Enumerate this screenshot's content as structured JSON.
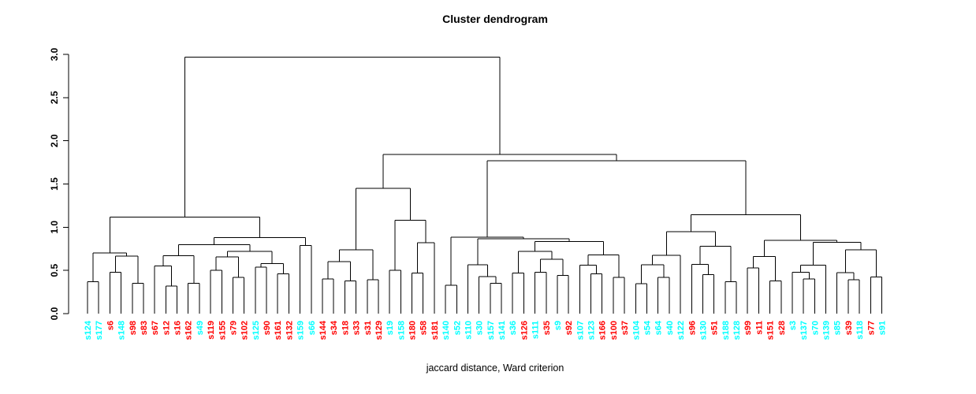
{
  "chart_data": {
    "type": "dendrogram",
    "title": "Cluster dendrogram",
    "xlabel": "jaccard distance, Ward criterion",
    "ylabel": "",
    "ylim": [
      0,
      3
    ],
    "yticks": [
      0.0,
      0.5,
      1.0,
      1.5,
      2.0,
      2.5,
      3.0
    ],
    "grid": false,
    "legend": "none",
    "line_color": "#000000",
    "leaf_color_hex": {
      "red": "#FF0000",
      "cyan": "#00FFFF"
    },
    "leaves": [
      {
        "label": "s124",
        "color": "cyan"
      },
      {
        "label": "s177",
        "color": "cyan"
      },
      {
        "label": "s6",
        "color": "red"
      },
      {
        "label": "s148",
        "color": "cyan"
      },
      {
        "label": "s98",
        "color": "red"
      },
      {
        "label": "s83",
        "color": "red"
      },
      {
        "label": "s67",
        "color": "red"
      },
      {
        "label": "s12",
        "color": "red"
      },
      {
        "label": "s16",
        "color": "red"
      },
      {
        "label": "s162",
        "color": "red"
      },
      {
        "label": "s49",
        "color": "cyan"
      },
      {
        "label": "s119",
        "color": "red"
      },
      {
        "label": "s155",
        "color": "red"
      },
      {
        "label": "s79",
        "color": "red"
      },
      {
        "label": "s102",
        "color": "red"
      },
      {
        "label": "s125",
        "color": "cyan"
      },
      {
        "label": "s90",
        "color": "red"
      },
      {
        "label": "s161",
        "color": "red"
      },
      {
        "label": "s132",
        "color": "red"
      },
      {
        "label": "s159",
        "color": "cyan"
      },
      {
        "label": "s66",
        "color": "cyan"
      },
      {
        "label": "s144",
        "color": "red"
      },
      {
        "label": "s34",
        "color": "red"
      },
      {
        "label": "s18",
        "color": "red"
      },
      {
        "label": "s33",
        "color": "red"
      },
      {
        "label": "s31",
        "color": "red"
      },
      {
        "label": "s129",
        "color": "red"
      },
      {
        "label": "s19",
        "color": "cyan"
      },
      {
        "label": "s158",
        "color": "cyan"
      },
      {
        "label": "s180",
        "color": "red"
      },
      {
        "label": "s58",
        "color": "red"
      },
      {
        "label": "s181",
        "color": "red"
      },
      {
        "label": "s140",
        "color": "cyan"
      },
      {
        "label": "s52",
        "color": "cyan"
      },
      {
        "label": "s110",
        "color": "cyan"
      },
      {
        "label": "s30",
        "color": "cyan"
      },
      {
        "label": "s157",
        "color": "cyan"
      },
      {
        "label": "s141",
        "color": "cyan"
      },
      {
        "label": "s36",
        "color": "cyan"
      },
      {
        "label": "s126",
        "color": "red"
      },
      {
        "label": "s111",
        "color": "cyan"
      },
      {
        "label": "s35",
        "color": "red"
      },
      {
        "label": "s9",
        "color": "cyan"
      },
      {
        "label": "s92",
        "color": "red"
      },
      {
        "label": "s107",
        "color": "cyan"
      },
      {
        "label": "s123",
        "color": "cyan"
      },
      {
        "label": "s166",
        "color": "red"
      },
      {
        "label": "s100",
        "color": "red"
      },
      {
        "label": "s37",
        "color": "red"
      },
      {
        "label": "s104",
        "color": "cyan"
      },
      {
        "label": "s54",
        "color": "cyan"
      },
      {
        "label": "s64",
        "color": "cyan"
      },
      {
        "label": "s40",
        "color": "cyan"
      },
      {
        "label": "s122",
        "color": "cyan"
      },
      {
        "label": "s96",
        "color": "red"
      },
      {
        "label": "s130",
        "color": "cyan"
      },
      {
        "label": "s51",
        "color": "red"
      },
      {
        "label": "s188",
        "color": "cyan"
      },
      {
        "label": "s128",
        "color": "cyan"
      },
      {
        "label": "s99",
        "color": "red"
      },
      {
        "label": "s11",
        "color": "red"
      },
      {
        "label": "s151",
        "color": "red"
      },
      {
        "label": "s28",
        "color": "red"
      },
      {
        "label": "s3",
        "color": "cyan"
      },
      {
        "label": "s137",
        "color": "cyan"
      },
      {
        "label": "s70",
        "color": "cyan"
      },
      {
        "label": "s139",
        "color": "cyan"
      },
      {
        "label": "s85",
        "color": "cyan"
      },
      {
        "label": "s39",
        "color": "red"
      },
      {
        "label": "s118",
        "color": "cyan"
      },
      {
        "label": "s77",
        "color": "red"
      },
      {
        "label": "s91",
        "color": "cyan"
      }
    ],
    "merge_tree": [
      2.97,
      [
        1.115,
        [
          0.7,
          [
            0.37,
            "s124",
            "s177"
          ],
          [
            0.665,
            [
              0.48,
              "s6",
              "s148"
            ],
            [
              0.35,
              "s98",
              "s83"
            ]
          ]
        ],
        [
          0.88,
          [
            0.8,
            [
              0.67,
              [
                0.55,
                "s67",
                [
                  0.32,
                  "s12",
                  "s16"
                ]
              ],
              [
                0.35,
                "s162",
                "s49"
              ]
            ],
            [
              0.72,
              [
                0.655,
                [
                  0.5,
                  "s119",
                  "s155"
                ],
                [
                  0.42,
                  "s79",
                  "s102"
                ]
              ],
              [
                0.58,
                [
                  0.54,
                  "s125",
                  "s90"
                ],
                [
                  0.46,
                  "s161",
                  "s132"
                ]
              ]
            ]
          ],
          [
            0.79,
            "s159",
            "s66"
          ]
        ]
      ],
      [
        1.84,
        [
          1.45,
          [
            0.74,
            [
              0.6,
              [
                0.4,
                "s144",
                "s34"
              ],
              [
                0.38,
                "s18",
                "s33"
              ]
            ],
            [
              0.39,
              "s31",
              "s129"
            ]
          ],
          [
            1.08,
            [
              0.5,
              "s19",
              "s158"
            ],
            [
              0.82,
              [
                0.47,
                "s180",
                "s58"
              ],
              "s181"
            ]
          ]
        ],
        [
          1.77,
          [
            0.885,
            [
              0.33,
              "s140",
              "s52"
            ],
            [
              0.865,
              [
                0.565,
                "s110",
                [
                  0.43,
                  "s30",
                  [
                    0.35,
                    "s157",
                    "s141"
                  ]
                ]
              ],
              [
                0.835,
                [
                  0.72,
                  [
                    0.47,
                    "s36",
                    "s126"
                  ],
                  [
                    0.63,
                    [
                      0.48,
                      "s111",
                      "s35"
                    ],
                    [
                      0.44,
                      "s9",
                      "s92"
                    ]
                  ]
                ],
                [
                  0.68,
                  [
                    0.56,
                    "s107",
                    [
                      0.46,
                      "s123",
                      "s166"
                    ]
                  ],
                  [
                    0.42,
                    "s100",
                    "s37"
                  ]
                ]
              ]
            ]
          ],
          [
            1.145,
            [
              0.95,
              [
                0.675,
                [
                  0.565,
                  [
                    0.345,
                    "s104",
                    "s54"
                  ],
                  [
                    0.42,
                    "s64",
                    "s40"
                  ]
                ],
                "s122"
              ],
              [
                0.78,
                [
                  0.57,
                  "s96",
                  [
                    0.45,
                    "s130",
                    "s51"
                  ]
                ],
                [
                  0.37,
                  "s188",
                  "s128"
                ]
              ]
            ],
            [
              0.85,
              [
                0.66,
                [
                  0.53,
                  "s99",
                  "s11"
                ],
                [
                  0.38,
                  "s151",
                  "s28"
                ]
              ],
              [
                0.825,
                [
                  0.56,
                  [
                    0.48,
                    "s3",
                    [
                      0.4,
                      "s137",
                      "s70"
                    ]
                  ],
                  "s139"
                ],
                [
                  0.74,
                  [
                    0.475,
                    "s85",
                    [
                      0.39,
                      "s39",
                      "s118"
                    ]
                  ],
                  [
                    0.425,
                    "s77",
                    "s91"
                  ]
                ]
              ]
            ]
          ]
        ]
      ]
    ]
  }
}
